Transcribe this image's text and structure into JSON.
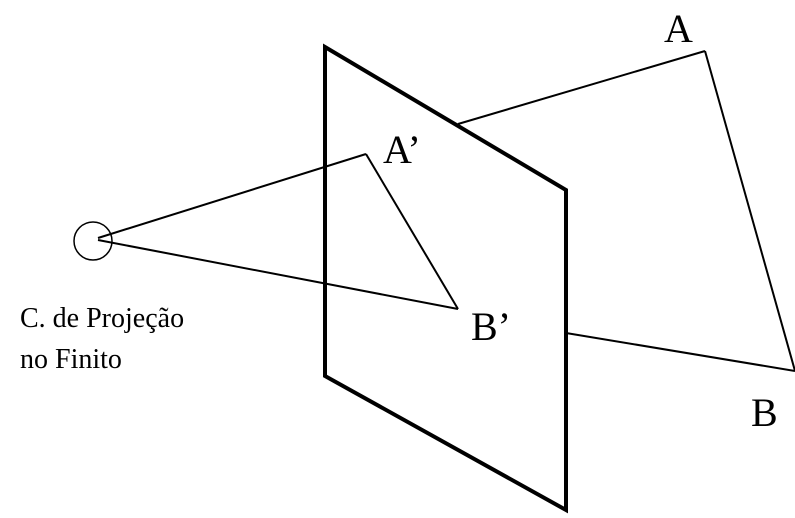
{
  "labels": {
    "point_a": "A",
    "point_b": "B",
    "point_a_proj": "A’",
    "point_b_proj": "B’",
    "center_line1": "C. de Projeção",
    "center_line2": "no Finito"
  },
  "colors": {
    "stroke": "#000000",
    "background": "#ffffff"
  }
}
